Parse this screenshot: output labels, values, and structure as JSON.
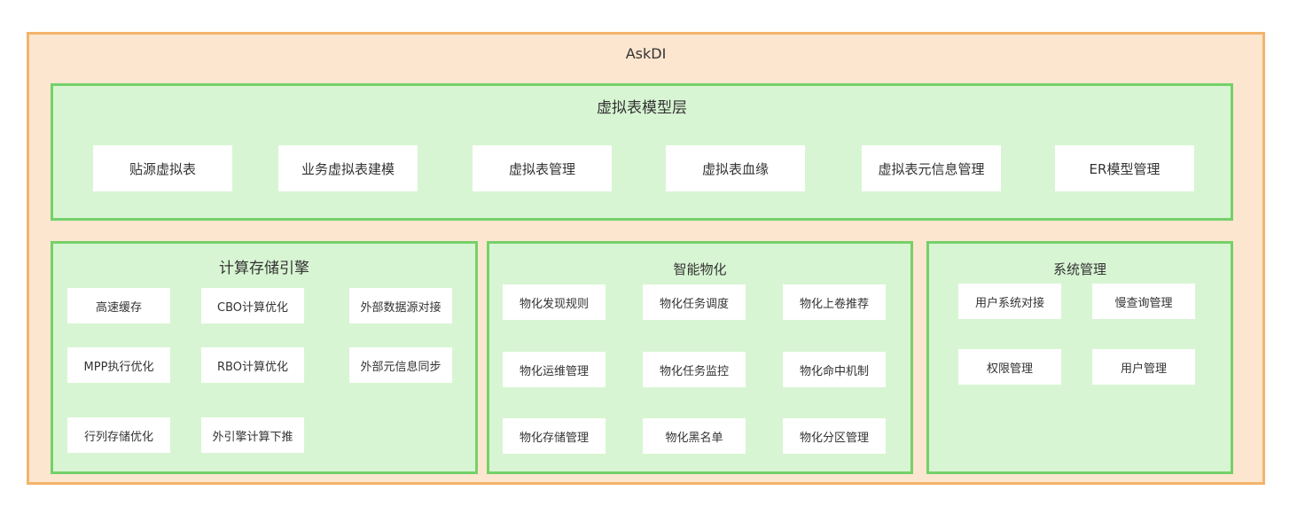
{
  "app_title": "AskDI",
  "virtual_table_layer": {
    "title": "虚拟表模型层",
    "items": [
      "贴源虚拟表",
      "业务虚拟表建模",
      "虚拟表管理",
      "虚拟表血缘",
      "虚拟表元信息管理",
      "ER模型管理"
    ]
  },
  "compute_storage_engine": {
    "title": "计算存储引擎",
    "items": [
      "高速缓存",
      "CBO计算优化",
      "外部数据源对接",
      "MPP执行优化",
      "RBO计算优化",
      "外部元信息同步",
      "行列存储优化",
      "外引擎计算下推"
    ]
  },
  "smart_materialization": {
    "title": "智能物化",
    "items": [
      "物化发现规则",
      "物化任务调度",
      "物化上卷推荐",
      "物化运维管理",
      "物化任务监控",
      "物化命中机制",
      "物化存储管理",
      "物化黑名单",
      "物化分区管理"
    ]
  },
  "system_management": {
    "title": "系统管理",
    "items": [
      "用户系统对接",
      "慢查询管理",
      "权限管理",
      "用户管理"
    ]
  },
  "colors": {
    "outer_fill": "#fde6cf",
    "outer_border": "#f3b46a",
    "panel_fill": "#d8f5d3",
    "panel_border": "#74d169",
    "box_fill": "#ffffff"
  }
}
